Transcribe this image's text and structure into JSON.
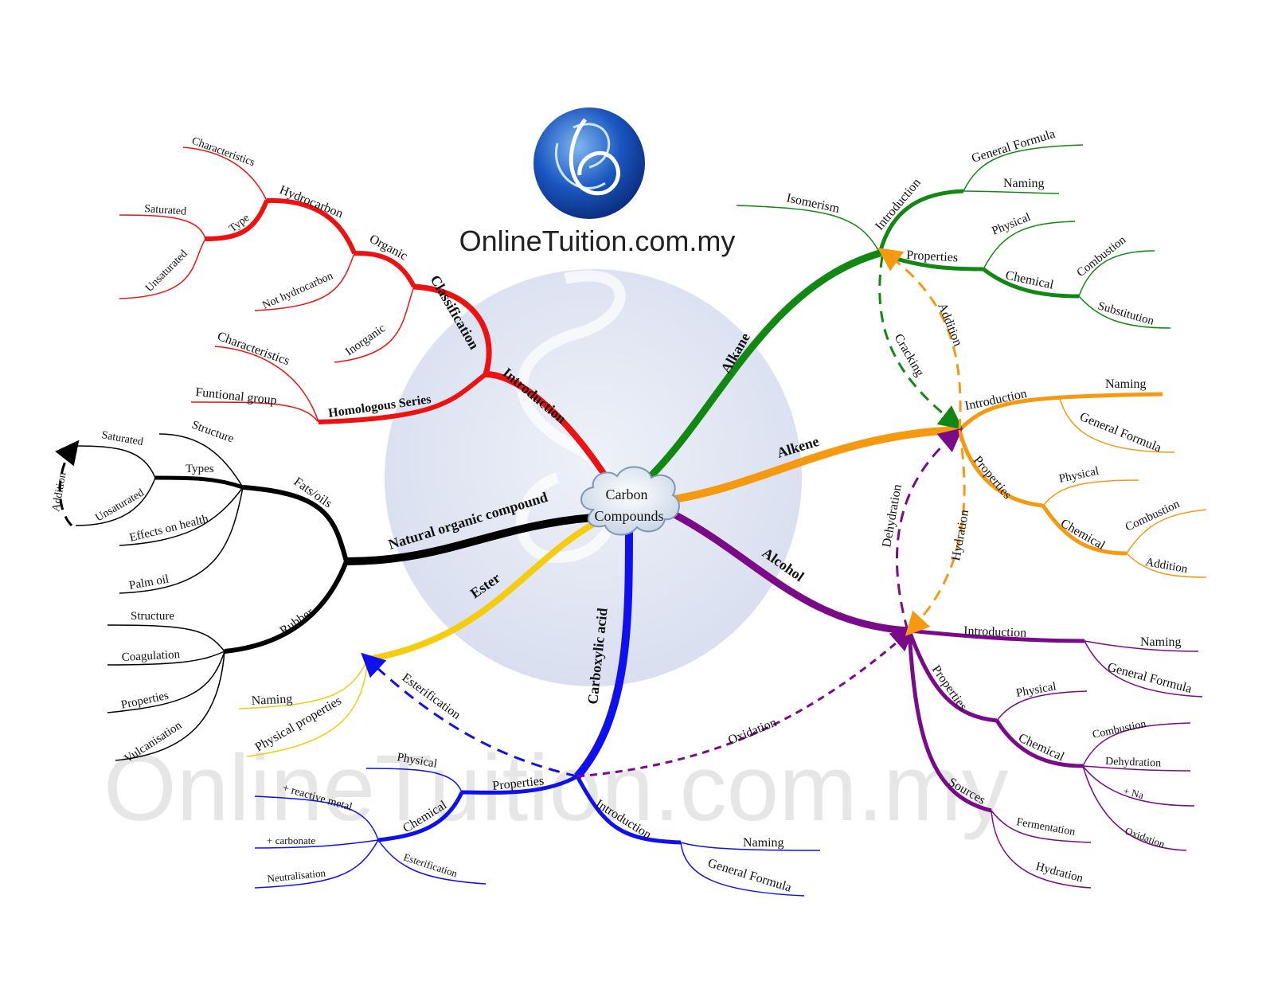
{
  "brand": "OnlineTuition.com.my",
  "watermark": "OnlineTuition.com.my",
  "center": {
    "line1": "Carbon",
    "line2": "Compounds"
  },
  "colors": {
    "intro": "#ee1111",
    "natural": "#000000",
    "ester": "#f5cc10",
    "acid": "#1010ee",
    "alkane": "#118811",
    "alkene": "#f59a10",
    "alcohol": "#7a0a8a"
  },
  "branches": {
    "introduction": {
      "label": "Introduction",
      "classification": "Classification",
      "organic": "Organic",
      "hydrocarbon": "Hydrocarbon",
      "characteristics": "Characteristics",
      "type": "Type",
      "saturated": "Saturated",
      "unsaturated": "Unsaturated",
      "not_hydrocarbon": "Not hydrocarbon",
      "inorganic": "Inorganic",
      "homologous": "Homologous Series",
      "characteristics2": "Characteristics",
      "functional": "Funtional group"
    },
    "natural": {
      "label": "Natural organic compound",
      "fats": "Fats/oils",
      "types": "Types",
      "saturated": "Saturated",
      "unsaturated": "Unsaturated",
      "structure": "Structure",
      "addition": "Addition",
      "effects": "Effects on health",
      "palm": "Palm oil",
      "rubber": "Rubber",
      "structure2": "Structure",
      "coagulation": "Coagulation",
      "properties": "Properties",
      "vulcanisation": "Vulcanisation"
    },
    "ester": {
      "label": "Ester",
      "naming": "Naming",
      "physical": "Physical properties",
      "esterification": "Esterification"
    },
    "acid": {
      "label": "Carboxylic acid",
      "properties": "Properties",
      "physical": "Physical",
      "chemical": "Chemical",
      "reactive_metal": "+ reactive metal",
      "carbonate": "+ carbonate",
      "neutralisation": "Neutralisation",
      "esterification": "Esterification",
      "introduction": "Introduction",
      "naming": "Naming",
      "general_formula": "General Formula",
      "oxidation": "Oxidation"
    },
    "alkane": {
      "label": "Alkane",
      "isomerism": "Isomerism",
      "introduction": "Introduction",
      "general_formula": "General Formula",
      "naming": "Naming",
      "properties": "Properties",
      "physical": "Physical",
      "chemical": "Chemical",
      "combustion": "Combustion",
      "substitution": "Substitution",
      "addition": "Addition",
      "cracking": "Cracking"
    },
    "alkene": {
      "label": "Alkene",
      "introduction": "Introduction",
      "naming": "Naming",
      "general_formula": "General Formula",
      "properties": "Properties",
      "physical": "Physical",
      "chemical": "Chemical",
      "combustion": "Combustion",
      "addition": "Addition",
      "dehydration": "Dehydration",
      "hydration": "Hydration"
    },
    "alcohol": {
      "label": "Alcohol",
      "introduction": "Introduction",
      "naming": "Naming",
      "general_formula": "General Formula",
      "properties": "Properties",
      "physical": "Physical",
      "chemical": "Chemical",
      "combustion": "Combustion",
      "dehydration": "Dehydration",
      "na": "+ Na",
      "oxidation": "Oxidation",
      "sources": "Sources",
      "fermentation": "Fermentation",
      "hydration": "Hydration"
    }
  }
}
